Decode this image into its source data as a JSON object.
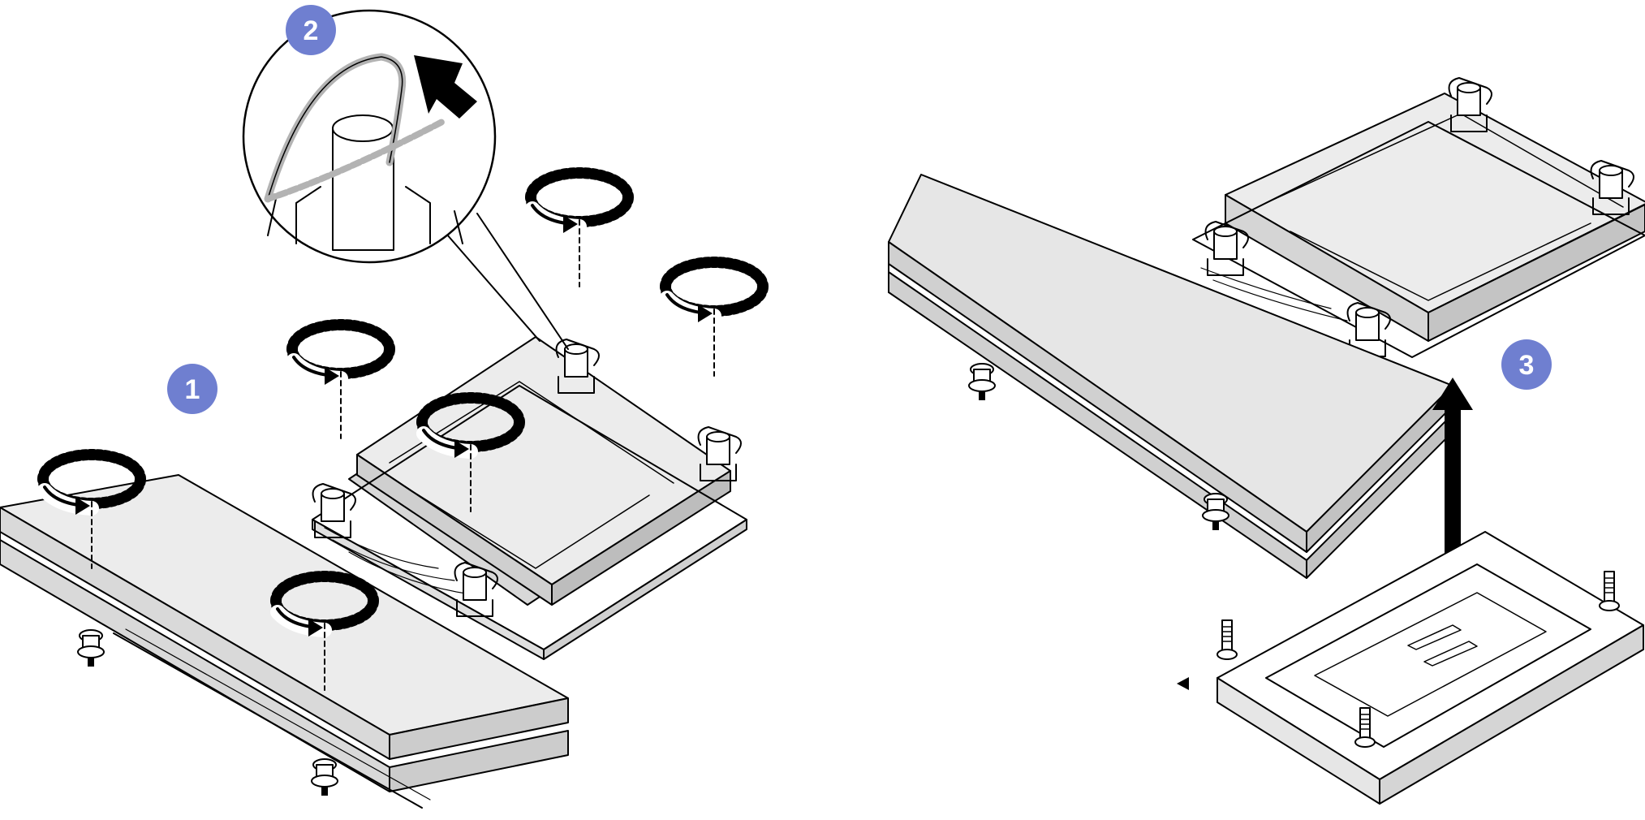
{
  "diagram": {
    "steps": [
      {
        "id": "step-1",
        "label": "1"
      },
      {
        "id": "step-2",
        "label": "2"
      },
      {
        "id": "step-3",
        "label": "3"
      }
    ]
  },
  "colors": {
    "badge": "#6f7fd0",
    "line": "#000000",
    "fill": "#e6e6e6",
    "face": "#f2f2f2",
    "background": "#ffffff",
    "wire": "#b3b3b3"
  }
}
